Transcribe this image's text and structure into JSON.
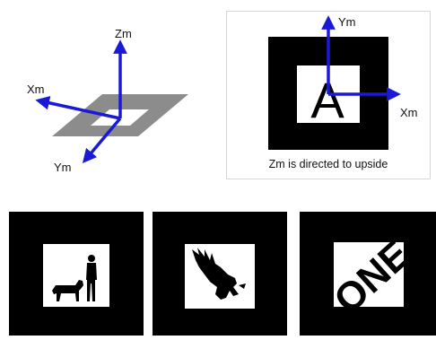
{
  "left_diagram": {
    "axes": {
      "z": "Zm",
      "x": "Xm",
      "y": "Ym"
    }
  },
  "right_diagram": {
    "axes": {
      "y": "Ym",
      "x": "Xm"
    },
    "marker_letter": "A",
    "caption": "Zm is directed to upside"
  },
  "marker_examples": [
    {
      "id": "marker-dog-man",
      "content": "dog-and-man-silhouette-icon"
    },
    {
      "id": "marker-eagle",
      "content": "eagle-silhouette-icon"
    },
    {
      "id": "marker-text",
      "text": "ONE"
    }
  ],
  "colors": {
    "axis": "#1a1ad6",
    "plane": "#8c8c8c",
    "marker_border": "#000000",
    "marker_inner": "#ffffff"
  }
}
